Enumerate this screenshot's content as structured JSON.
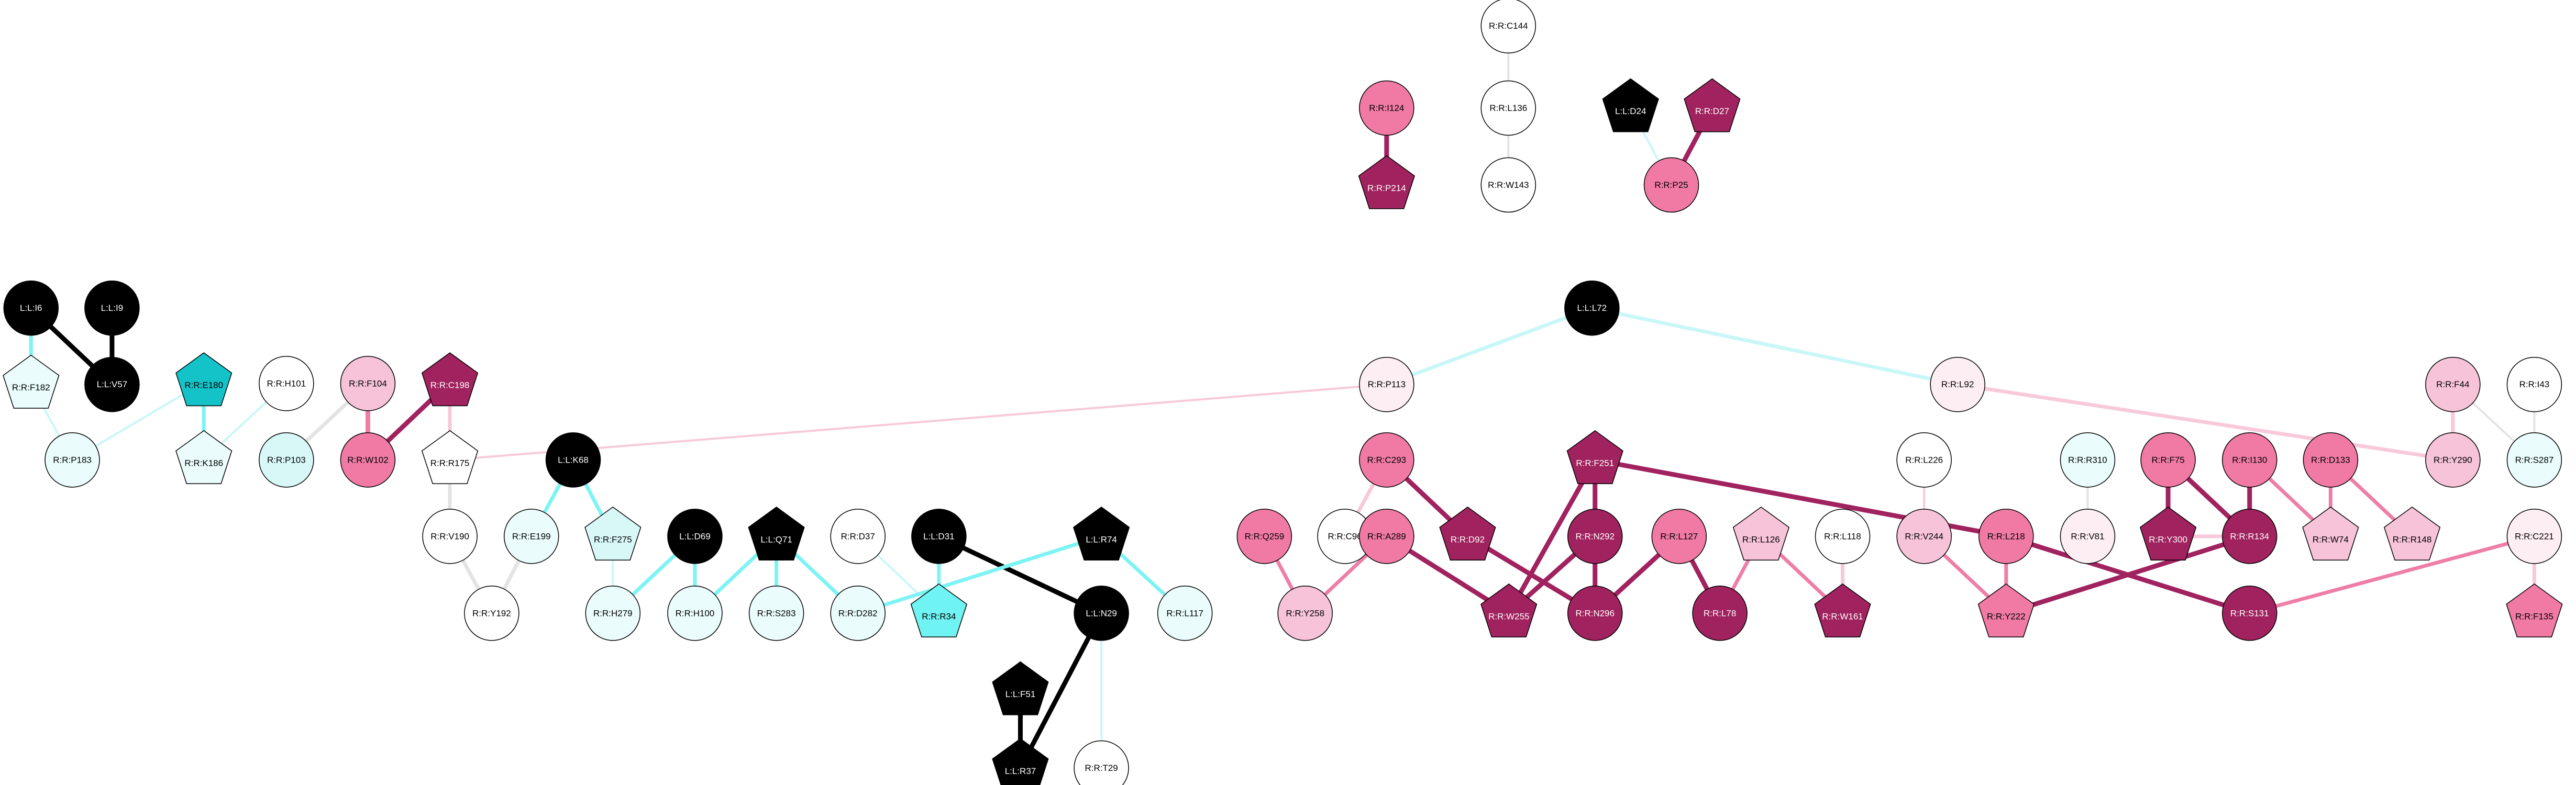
{
  "colors": {
    "black": "#000000",
    "dark_magenta": "#a0225e",
    "pink": "#f07aa4",
    "light_pink": "#f7c3d8",
    "very_light_pink": "#fdeef3",
    "cyan": "#14c3c8",
    "light_cyan": "#6ff3f3",
    "pale_cyan": "#d8f8f8",
    "very_pale_cyan": "#eafcfc",
    "white": "#ffffff",
    "edge_black": "#000000",
    "edge_magenta": "#a0225e",
    "edge_pink": "#ee7ea7",
    "edge_light_pink": "#f7c9da",
    "edge_cyan": "#7df3f3",
    "edge_pale_cyan": "#c9f7f7",
    "edge_gray": "#e3e3e3"
  },
  "nodes": [
    {
      "id": "LL6",
      "label": "L:L:I6",
      "shape": "circle",
      "fill": "black"
    },
    {
      "id": "LL9",
      "label": "L:L:I9",
      "shape": "circle",
      "fill": "black"
    },
    {
      "id": "LLV57",
      "label": "L:L:V57",
      "shape": "circle",
      "fill": "black"
    },
    {
      "id": "RF182",
      "label": "R:R:F182",
      "shape": "pentagon",
      "fill": "very_pale_cyan"
    },
    {
      "id": "RP183",
      "label": "R:R:P183",
      "shape": "circle",
      "fill": "very_pale_cyan"
    },
    {
      "id": "RE180",
      "label": "R:R:E180",
      "shape": "pentagon",
      "fill": "cyan"
    },
    {
      "id": "RK186",
      "label": "R:R:K186",
      "shape": "pentagon",
      "fill": "very_pale_cyan"
    },
    {
      "id": "RH101",
      "label": "R:R:H101",
      "shape": "circle",
      "fill": "white"
    },
    {
      "id": "RP103",
      "label": "R:R:P103",
      "shape": "circle",
      "fill": "pale_cyan"
    },
    {
      "id": "RF104",
      "label": "R:R:F104",
      "shape": "circle",
      "fill": "light_pink"
    },
    {
      "id": "RW102",
      "label": "R:R:W102",
      "shape": "circle",
      "fill": "pink"
    },
    {
      "id": "RC198",
      "label": "R:R:C198",
      "shape": "pentagon",
      "fill": "dark_magenta"
    },
    {
      "id": "RR175",
      "label": "R:R:R175",
      "shape": "pentagon",
      "fill": "white"
    },
    {
      "id": "RV190",
      "label": "R:R:V190",
      "shape": "circle",
      "fill": "white"
    },
    {
      "id": "RY192",
      "label": "R:R:Y192",
      "shape": "circle",
      "fill": "white"
    },
    {
      "id": "LK68",
      "label": "L:L:K68",
      "shape": "circle",
      "fill": "black"
    },
    {
      "id": "RE199",
      "label": "R:R:E199",
      "shape": "circle",
      "fill": "very_pale_cyan"
    },
    {
      "id": "RF275",
      "label": "R:R:F275",
      "shape": "pentagon",
      "fill": "pale_cyan"
    },
    {
      "id": "RH279",
      "label": "R:R:H279",
      "shape": "circle",
      "fill": "very_pale_cyan"
    },
    {
      "id": "LD69",
      "label": "L:L:D69",
      "shape": "circle",
      "fill": "black"
    },
    {
      "id": "RH100",
      "label": "R:R:H100",
      "shape": "circle",
      "fill": "very_pale_cyan"
    },
    {
      "id": "LQ71",
      "label": "L:L:Q71",
      "shape": "pentagon",
      "fill": "black"
    },
    {
      "id": "RS283",
      "label": "R:R:S283",
      "shape": "circle",
      "fill": "very_pale_cyan"
    },
    {
      "id": "RD37",
      "label": "R:R:D37",
      "shape": "circle",
      "fill": "white"
    },
    {
      "id": "RD282",
      "label": "R:R:D282",
      "shape": "circle",
      "fill": "very_pale_cyan"
    },
    {
      "id": "LD31",
      "label": "L:L:D31",
      "shape": "circle",
      "fill": "black"
    },
    {
      "id": "RR34",
      "label": "R:R:R34",
      "shape": "pentagon",
      "fill": "light_cyan"
    },
    {
      "id": "LR74",
      "label": "L:L:R74",
      "shape": "pentagon",
      "fill": "black"
    },
    {
      "id": "LF51",
      "label": "L:L:F51",
      "shape": "pentagon",
      "fill": "black"
    },
    {
      "id": "LN29",
      "label": "L:L:N29",
      "shape": "circle",
      "fill": "black"
    },
    {
      "id": "LR37",
      "label": "L:L:R37",
      "shape": "pentagon",
      "fill": "black"
    },
    {
      "id": "RT29",
      "label": "R:R:T29",
      "shape": "circle",
      "fill": "white"
    },
    {
      "id": "RL117",
      "label": "R:R:L117",
      "shape": "circle",
      "fill": "very_pale_cyan"
    },
    {
      "id": "RQ259",
      "label": "R:R:Q259",
      "shape": "circle",
      "fill": "pink"
    },
    {
      "id": "RY258",
      "label": "R:R:Y258",
      "shape": "circle",
      "fill": "light_pink"
    },
    {
      "id": "RC96",
      "label": "R:R:C96",
      "shape": "circle",
      "fill": "white"
    },
    {
      "id": "RC293",
      "label": "R:R:C293",
      "shape": "circle",
      "fill": "pink"
    },
    {
      "id": "RA289",
      "label": "R:R:A289",
      "shape": "circle",
      "fill": "pink"
    },
    {
      "id": "RD92",
      "label": "R:R:D92",
      "shape": "pentagon",
      "fill": "dark_magenta"
    },
    {
      "id": "RP113",
      "label": "R:R:P113",
      "shape": "circle",
      "fill": "very_light_pink"
    },
    {
      "id": "LL72",
      "label": "L:L:L72",
      "shape": "circle",
      "fill": "black"
    },
    {
      "id": "RL92",
      "label": "R:R:L92",
      "shape": "circle",
      "fill": "very_light_pink"
    },
    {
      "id": "RI124",
      "label": "R:R:I124",
      "shape": "circle",
      "fill": "pink"
    },
    {
      "id": "RP214",
      "label": "R:R:P214",
      "shape": "pentagon",
      "fill": "dark_magenta"
    },
    {
      "id": "RC144",
      "label": "R:R:C144",
      "shape": "circle",
      "fill": "white"
    },
    {
      "id": "RL136",
      "label": "R:R:L136",
      "shape": "circle",
      "fill": "white"
    },
    {
      "id": "RW143",
      "label": "R:R:W143",
      "shape": "circle",
      "fill": "white"
    },
    {
      "id": "LD24",
      "label": "L:L:D24",
      "shape": "pentagon",
      "fill": "black"
    },
    {
      "id": "RD27",
      "label": "R:R:D27",
      "shape": "pentagon",
      "fill": "dark_magenta"
    },
    {
      "id": "RP25",
      "label": "R:R:P25",
      "shape": "circle",
      "fill": "pink"
    },
    {
      "id": "RF251",
      "label": "R:R:F251",
      "shape": "pentagon",
      "fill": "dark_magenta"
    },
    {
      "id": "RN292",
      "label": "R:R:N292",
      "shape": "circle",
      "fill": "dark_magenta"
    },
    {
      "id": "RW255",
      "label": "R:R:W255",
      "shape": "pentagon",
      "fill": "dark_magenta"
    },
    {
      "id": "RN296",
      "label": "R:R:N296",
      "shape": "circle",
      "fill": "dark_magenta"
    },
    {
      "id": "RL127",
      "label": "R:R:L127",
      "shape": "circle",
      "fill": "pink"
    },
    {
      "id": "RL78",
      "label": "R:R:L78",
      "shape": "circle",
      "fill": "dark_magenta"
    },
    {
      "id": "RL126",
      "label": "R:R:L126",
      "shape": "pentagon",
      "fill": "light_pink"
    },
    {
      "id": "RL118",
      "label": "R:R:L118",
      "shape": "circle",
      "fill": "white"
    },
    {
      "id": "RW161",
      "label": "R:R:W161",
      "shape": "pentagon",
      "fill": "dark_magenta"
    },
    {
      "id": "RL226",
      "label": "R:R:L226",
      "shape": "circle",
      "fill": "white"
    },
    {
      "id": "RV244",
      "label": "R:R:V244",
      "shape": "circle",
      "fill": "light_pink"
    },
    {
      "id": "RL218",
      "label": "R:R:L218",
      "shape": "circle",
      "fill": "pink"
    },
    {
      "id": "RY222",
      "label": "R:R:Y222",
      "shape": "pentagon",
      "fill": "pink"
    },
    {
      "id": "RS131",
      "label": "R:R:S131",
      "shape": "circle",
      "fill": "dark_magenta"
    },
    {
      "id": "RR310",
      "label": "R:R:R310",
      "shape": "circle",
      "fill": "very_pale_cyan"
    },
    {
      "id": "RV81",
      "label": "R:R:V81",
      "shape": "circle",
      "fill": "very_light_pink"
    },
    {
      "id": "RF75",
      "label": "R:R:F75",
      "shape": "circle",
      "fill": "pink"
    },
    {
      "id": "RY300",
      "label": "R:R:Y300",
      "shape": "pentagon",
      "fill": "dark_magenta"
    },
    {
      "id": "RI130",
      "label": "R:R:I130",
      "shape": "circle",
      "fill": "pink"
    },
    {
      "id": "RR134",
      "label": "R:R:R134",
      "shape": "circle",
      "fill": "dark_magenta"
    },
    {
      "id": "RD133",
      "label": "R:R:D133",
      "shape": "circle",
      "fill": "pink"
    },
    {
      "id": "RW74",
      "label": "R:R:W74",
      "shape": "pentagon",
      "fill": "light_pink"
    },
    {
      "id": "RR148",
      "label": "R:R:R148",
      "shape": "pentagon",
      "fill": "light_pink"
    },
    {
      "id": "RF44",
      "label": "R:R:F44",
      "shape": "circle",
      "fill": "light_pink"
    },
    {
      "id": "RY290",
      "label": "R:R:Y290",
      "shape": "circle",
      "fill": "light_pink"
    },
    {
      "id": "RI43",
      "label": "R:R:I43",
      "shape": "circle",
      "fill": "white"
    },
    {
      "id": "RS287",
      "label": "R:R:S287",
      "shape": "circle",
      "fill": "very_pale_cyan"
    },
    {
      "id": "RC221",
      "label": "R:R:C221",
      "shape": "circle",
      "fill": "very_light_pink"
    },
    {
      "id": "RF135",
      "label": "R:R:F135",
      "shape": "pentagon",
      "fill": "pink"
    }
  ],
  "edges": [
    {
      "from": "LL6",
      "to": "RF182",
      "color": "edge_cyan",
      "weight": 2
    },
    {
      "from": "LL6",
      "to": "LLV57",
      "color": "edge_black",
      "weight": 3
    },
    {
      "from": "LL9",
      "to": "LLV57",
      "color": "edge_black",
      "weight": 3
    },
    {
      "from": "RF182",
      "to": "RP183",
      "color": "edge_pale_cyan",
      "weight": 1
    },
    {
      "from": "RE180",
      "to": "RK186",
      "color": "edge_cyan",
      "weight": 2
    },
    {
      "from": "RE180",
      "to": "RP183",
      "color": "edge_pale_cyan",
      "weight": 1
    },
    {
      "from": "RH101",
      "to": "RK186",
      "color": "edge_pale_cyan",
      "weight": 1
    },
    {
      "from": "RF104",
      "to": "RP103",
      "color": "edge_gray",
      "weight": 2
    },
    {
      "from": "RF104",
      "to": "RW102",
      "color": "edge_pink",
      "weight": 3
    },
    {
      "from": "RC198",
      "to": "RW102",
      "color": "edge_magenta",
      "weight": 3
    },
    {
      "from": "RC198",
      "to": "RR175",
      "color": "edge_light_pink",
      "weight": 2
    },
    {
      "from": "RR175",
      "to": "RP113",
      "color": "edge_light_pink",
      "weight": 1
    },
    {
      "from": "RR175",
      "to": "RV190",
      "color": "edge_gray",
      "weight": 2
    },
    {
      "from": "RV190",
      "to": "RY192",
      "color": "edge_gray",
      "weight": 2
    },
    {
      "from": "RE199",
      "to": "RY192",
      "color": "edge_gray",
      "weight": 2
    },
    {
      "from": "LK68",
      "to": "RE199",
      "color": "edge_cyan",
      "weight": 2
    },
    {
      "from": "LK68",
      "to": "RF275",
      "color": "edge_cyan",
      "weight": 2
    },
    {
      "from": "RF275",
      "to": "RH279",
      "color": "edge_pale_cyan",
      "weight": 1
    },
    {
      "from": "LD69",
      "to": "RH279",
      "color": "edge_cyan",
      "weight": 2
    },
    {
      "from": "LD69",
      "to": "RH100",
      "color": "edge_cyan",
      "weight": 2
    },
    {
      "from": "LQ71",
      "to": "RH100",
      "color": "edge_cyan",
      "weight": 2
    },
    {
      "from": "LQ71",
      "to": "RS283",
      "color": "edge_cyan",
      "weight": 2
    },
    {
      "from": "LQ71",
      "to": "RD282",
      "color": "edge_cyan",
      "weight": 2
    },
    {
      "from": "RD37",
      "to": "RR34",
      "color": "edge_pale_cyan",
      "weight": 1
    },
    {
      "from": "LD31",
      "to": "RR34",
      "color": "edge_cyan",
      "weight": 2
    },
    {
      "from": "LD31",
      "to": "LN29",
      "color": "edge_black",
      "weight": 3
    },
    {
      "from": "LR74",
      "to": "RD282",
      "color": "edge_cyan",
      "weight": 2
    },
    {
      "from": "LR74",
      "to": "RL117",
      "color": "edge_cyan",
      "weight": 2
    },
    {
      "from": "LF51",
      "to": "LR37",
      "color": "edge_black",
      "weight": 3
    },
    {
      "from": "LN29",
      "to": "LR37",
      "color": "edge_black",
      "weight": 3
    },
    {
      "from": "LN29",
      "to": "RT29",
      "color": "edge_pale_cyan",
      "weight": 1
    },
    {
      "from": "RQ259",
      "to": "RY258",
      "color": "edge_pink",
      "weight": 2
    },
    {
      "from": "RA289",
      "to": "RY258",
      "color": "edge_pink",
      "weight": 2
    },
    {
      "from": "RC293",
      "to": "RC96",
      "color": "edge_light_pink",
      "weight": 2
    },
    {
      "from": "RC293",
      "to": "RD92",
      "color": "edge_magenta",
      "weight": 3
    },
    {
      "from": "RA289",
      "to": "RW255",
      "color": "edge_magenta",
      "weight": 3
    },
    {
      "from": "RD92",
      "to": "RN296",
      "color": "edge_magenta",
      "weight": 3
    },
    {
      "from": "LL72",
      "to": "RP113",
      "color": "edge_pale_cyan",
      "weight": 2
    },
    {
      "from": "LL72",
      "to": "RL92",
      "color": "edge_pale_cyan",
      "weight": 2
    },
    {
      "from": "RL92",
      "to": "RY290",
      "color": "edge_light_pink",
      "weight": 2
    },
    {
      "from": "RI124",
      "to": "RP214",
      "color": "edge_magenta",
      "weight": 3
    },
    {
      "from": "RC144",
      "to": "RL136",
      "color": "edge_gray",
      "weight": 1
    },
    {
      "from": "RL136",
      "to": "RW143",
      "color": "edge_gray",
      "weight": 1
    },
    {
      "from": "LD24",
      "to": "RP25",
      "color": "edge_pale_cyan",
      "weight": 1
    },
    {
      "from": "RD27",
      "to": "RP25",
      "color": "edge_magenta",
      "weight": 3
    },
    {
      "from": "RF251",
      "to": "RN292",
      "color": "edge_magenta",
      "weight": 3
    },
    {
      "from": "RF251",
      "to": "RW255",
      "color": "edge_magenta",
      "weight": 3
    },
    {
      "from": "RF251",
      "to": "RL218",
      "color": "edge_magenta",
      "weight": 3
    },
    {
      "from": "RN292",
      "to": "RW255",
      "color": "edge_magenta",
      "weight": 3
    },
    {
      "from": "RN292",
      "to": "RN296",
      "color": "edge_magenta",
      "weight": 3
    },
    {
      "from": "RL127",
      "to": "RN296",
      "color": "edge_magenta",
      "weight": 3
    },
    {
      "from": "RL127",
      "to": "RL78",
      "color": "edge_magenta",
      "weight": 3
    },
    {
      "from": "RL126",
      "to": "RL78",
      "color": "edge_pink",
      "weight": 2
    },
    {
      "from": "RL126",
      "to": "RW161",
      "color": "edge_pink",
      "weight": 2
    },
    {
      "from": "RL118",
      "to": "RW161",
      "color": "edge_light_pink",
      "weight": 2
    },
    {
      "from": "RL226",
      "to": "RV244",
      "color": "edge_light_pink",
      "weight": 1
    },
    {
      "from": "RV244",
      "to": "RY222",
      "color": "edge_pink",
      "weight": 2
    },
    {
      "from": "RL218",
      "to": "RY222",
      "color": "edge_pink",
      "weight": 2
    },
    {
      "from": "RL218",
      "to": "RS131",
      "color": "edge_magenta",
      "weight": 3
    },
    {
      "from": "RR310",
      "to": "RV81",
      "color": "edge_gray",
      "weight": 1
    },
    {
      "from": "RF75",
      "to": "RY300",
      "color": "edge_magenta",
      "weight": 3
    },
    {
      "from": "RF75",
      "to": "RR134",
      "color": "edge_magenta",
      "weight": 3
    },
    {
      "from": "RI130",
      "to": "RR134",
      "color": "edge_magenta",
      "weight": 3
    },
    {
      "from": "RI130",
      "to": "RW74",
      "color": "edge_pink",
      "weight": 2
    },
    {
      "from": "RD133",
      "to": "RW74",
      "color": "edge_pink",
      "weight": 2
    },
    {
      "from": "RD133",
      "to": "RR148",
      "color": "edge_pink",
      "weight": 2
    },
    {
      "from": "RR134",
      "to": "RY300",
      "color": "edge_light_pink",
      "weight": 2
    },
    {
      "from": "RR134",
      "to": "RY222",
      "color": "edge_magenta",
      "weight": 3
    },
    {
      "from": "RF44",
      "to": "RY290",
      "color": "edge_light_pink",
      "weight": 2
    },
    {
      "from": "RF44",
      "to": "RS287",
      "color": "edge_gray",
      "weight": 1
    },
    {
      "from": "RI43",
      "to": "RS287",
      "color": "edge_gray",
      "weight": 1
    },
    {
      "from": "RC221",
      "to": "RS131",
      "color": "edge_pink",
      "weight": 2
    },
    {
      "from": "RC221",
      "to": "RF135",
      "color": "edge_light_pink",
      "weight": 2
    }
  ]
}
